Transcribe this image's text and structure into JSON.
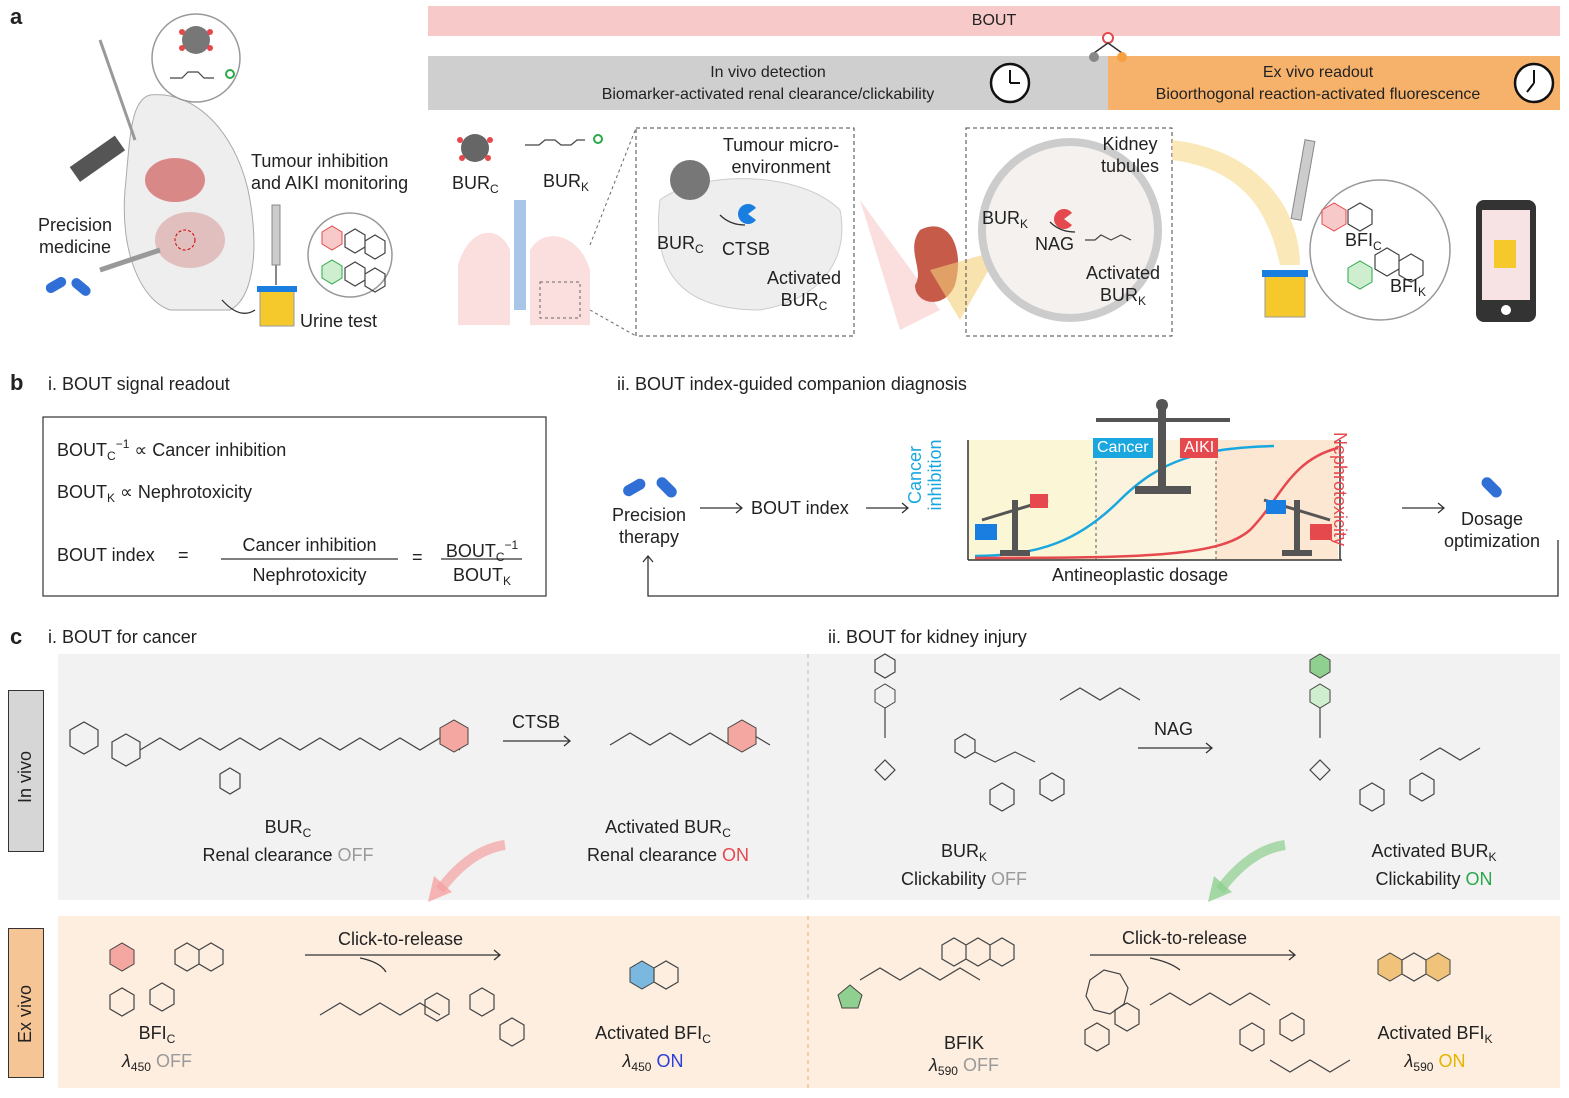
{
  "panels": {
    "a": "a",
    "b": "b",
    "c": "c"
  },
  "panel_a": {
    "bout_bar": "BOUT",
    "invivo_title": "In vivo detection",
    "invivo_subtitle": "Biomarker-activated renal clearance/clickability",
    "exvivo_title": "Ex vivo readout",
    "exvivo_subtitle": "Bioorthogonal reaction-activated fluorescence",
    "tumour_inhibition": "Tumour inhibition",
    "aiki_monitoring": "and AIKI monitoring",
    "precision": "Precision",
    "medicine": "medicine",
    "urine_test": "Urine test",
    "bur": "BUR",
    "c": "C",
    "k": "K",
    "tumour_micro": "Tumour micro-",
    "environment": "environment",
    "ctsb": "CTSB",
    "activated": "Activated",
    "kidney": "Kidney",
    "tubules": "tubules",
    "nag": "NAG",
    "bfi": "BFI"
  },
  "panel_b": {
    "i_title": "i. BOUT signal readout",
    "ii_title": "ii. BOUT index-guided companion diagnosis",
    "bout": "BOUT",
    "c": "C",
    "k": "K",
    "minus_one": "−1",
    "eq1_rest": " ∝ Cancer inhibition",
    "eq2_rest": " ∝ Nephrotoxicity",
    "bout_index": "BOUT index",
    "equals": "=",
    "cancer_inhibition": "Cancer inhibition",
    "nephrotoxicity": "Nephrotoxicity",
    "precision": "Precision",
    "therapy": "therapy",
    "bout_index_flow": "BOUT index",
    "y_left_1": "Cancer",
    "y_left_2": "inhibition",
    "y_right": "Nephrotoxicity",
    "x_axis": "Antineoplastic dosage",
    "scale_cancer": "Cancer",
    "scale_aiki": "AIKI",
    "dosage": "Dosage",
    "optimization": "optimization"
  },
  "panel_c": {
    "i_title": "i. BOUT for cancer",
    "ii_title": "ii. BOUT for kidney injury",
    "in_vivo": "In vivo",
    "ex_vivo": "Ex vivo",
    "ctsb": "CTSB",
    "nag": "NAG",
    "click_release_1": "Click-to-release",
    "click_release_2": "Click-to-release",
    "bur": "BUR",
    "bfi": "BFI",
    "c": "C",
    "k": "K",
    "activated_prefix": "Activated ",
    "renal_clearance": "Renal clearance ",
    "clickability": "Clickability ",
    "off": "OFF",
    "on": "ON",
    "lambda": "λ",
    "l450": "450",
    "l590": "590",
    "bfik_plain": "BFIK"
  },
  "colors": {
    "bout_bar": "#f8c9c9",
    "invivo_bar": "#cfcfcf",
    "exvivo_bar": "#f6b26b",
    "cancer_blue": "#1aa7e0",
    "aiki_red": "#e5484d",
    "invivo_bg": "#f2f2f2",
    "exvivo_bg": "#fdeee0",
    "on_red": "#e5484d",
    "on_green": "#2aa84a",
    "on_blue": "#2a3fd8",
    "on_yellow": "#e6b400",
    "off_gray": "#9a9a9a"
  },
  "icons": [
    "mouse-illustration",
    "syringe-icon",
    "pill-icon",
    "pipette-icon",
    "urine-cup-icon",
    "clock-icon",
    "lungs-icon",
    "kidney-icon",
    "smartphone-icon",
    "balance-scale-icon"
  ]
}
